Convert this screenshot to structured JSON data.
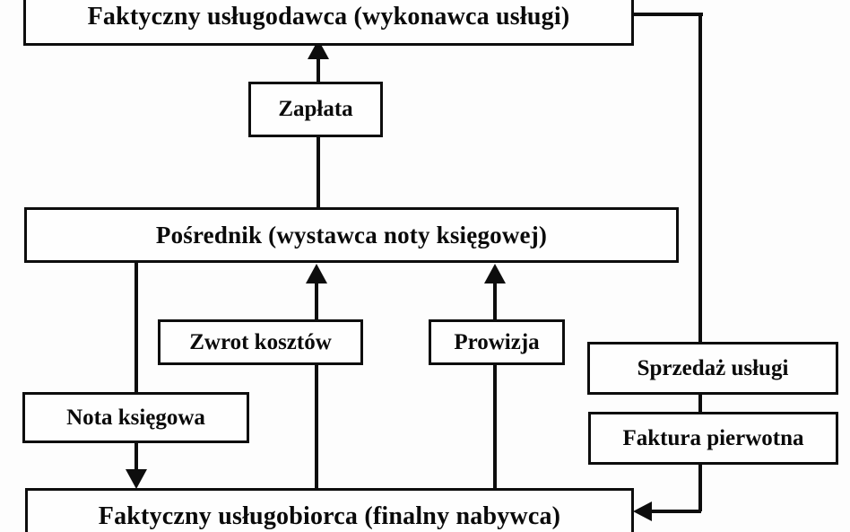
{
  "nodes": {
    "uslugodawca": {
      "label": "Faktyczny usługodawca (wykonawca usługi)"
    },
    "posrednik": {
      "label": "Pośrednik (wystawca noty księgowej)"
    },
    "uslugobiorca": {
      "label": "Faktyczny usługobiorca (finalny nabywca)"
    },
    "zaplata": {
      "label": "Zapłata"
    },
    "zwrot_kosztow": {
      "label": "Zwrot kosztów"
    },
    "prowizja": {
      "label": "Prowizja"
    },
    "sprzedaz_uslugi": {
      "label": "Sprzedaż usługi"
    },
    "faktura_pierwotna": {
      "label": "Faktura pierwotna"
    },
    "nota_ksiegowa": {
      "label": "Nota księgowa"
    }
  },
  "edges": [
    {
      "from": "posrednik",
      "to": "uslugodawca",
      "label_node": "zaplata",
      "direction": "up"
    },
    {
      "from": "uslugobiorca",
      "to": "posrednik",
      "label_node": "zwrot_kosztow",
      "direction": "up"
    },
    {
      "from": "uslugobiorca",
      "to": "posrednik",
      "label_node": "prowizja",
      "direction": "up"
    },
    {
      "from": "posrednik",
      "to": "uslugobiorca",
      "label_node": "nota_ksiegowa",
      "direction": "down"
    },
    {
      "from": "uslugodawca",
      "to": "uslugobiorca",
      "label_node": "sprzedaz_uslugi",
      "direction": "right-side-down"
    },
    {
      "from": "uslugodawca",
      "to": "uslugobiorca",
      "label_node": "faktura_pierwotna",
      "direction": "right-side-down"
    }
  ],
  "colors": {
    "background": "#fdfdfd",
    "line": "#0d0d0d",
    "box_fill": "#fefefe",
    "text": "#0a0a0a"
  }
}
